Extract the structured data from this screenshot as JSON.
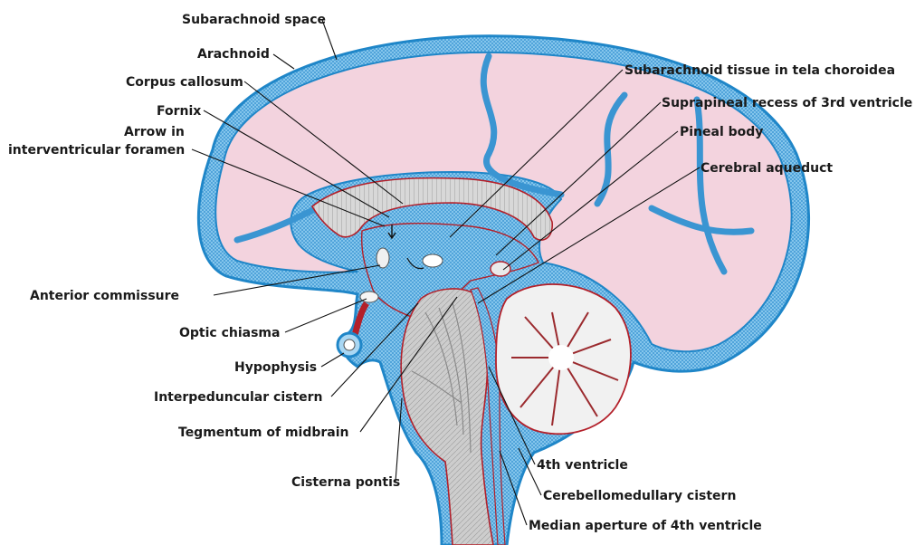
{
  "labels": {
    "subarachnoid_space": "Subarachnoid space",
    "arachnoid": "Arachnoid",
    "corpus_callosum": "Corpus callosum",
    "fornix": "Fornix",
    "arrow_in": "Arrow in",
    "interventricular_foramen": "interventricular foramen",
    "subarachnoid_tissue": "Subarachnoid tissue in tela choroidea",
    "suprapineal_recess": "Suprapineal recess of 3rd ventricle",
    "pineal_body": "Pineal body",
    "cerebral_aqueduct": "Cerebral aqueduct",
    "anterior_commissure": "Anterior commissure",
    "optic_chiasma": "Optic chiasma",
    "hypophysis": "Hypophysis",
    "interpeduncular_cistern": "Interpeduncular cistern",
    "tegmentum_of_midbrain": "Tegmentum of midbrain",
    "cisterna_pontis": "Cisterna pontis",
    "fourth_ventricle": "4th ventricle",
    "cerebellomedullary_cistern": "Cerebellomedullary cistern",
    "median_aperture": "Median aperture of 4th ventricle"
  },
  "colors": {
    "csf_space": "#5fb3e6",
    "arachnoid_edge": "#1f86c8",
    "cerebrum": "#f3d3de",
    "white_matter": "#cfcfcf",
    "brainstem": "#c9c9c9",
    "pia_line": "#b3202a",
    "cerebellum": "#f1f1f1"
  }
}
